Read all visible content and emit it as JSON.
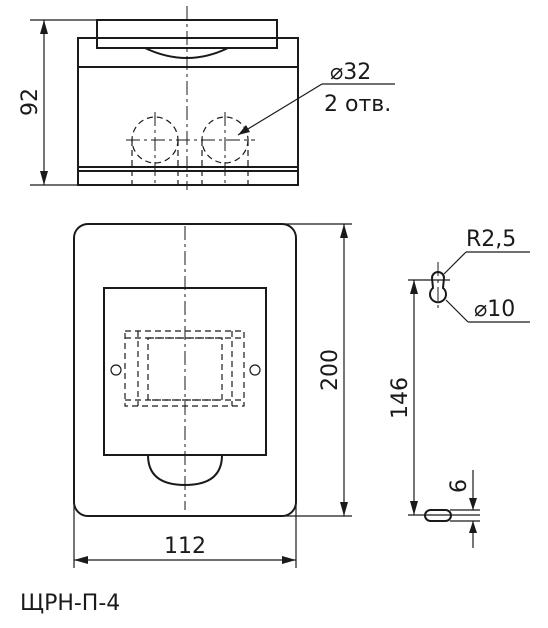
{
  "labels": {
    "height_top": "92",
    "hole_diameter": "⌀32",
    "hole_count": "2 отв.",
    "height_front": "200",
    "width_front": "112",
    "radius": "R2,5",
    "keyhole_diameter": "⌀10",
    "mount_spacing": "146",
    "slot_height": "6"
  },
  "caption": "ЩРН-П-4"
}
